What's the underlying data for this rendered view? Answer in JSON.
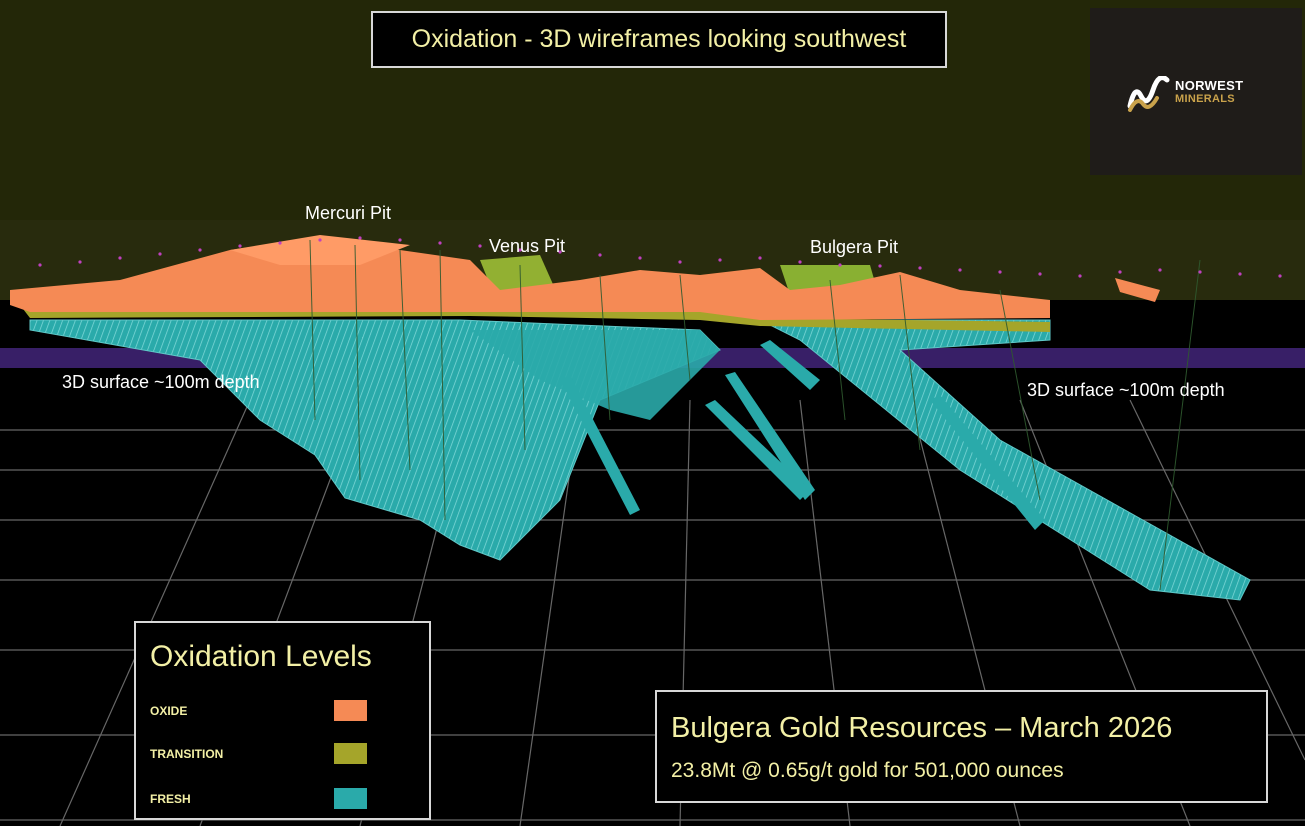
{
  "title": "Oxidation - 3D wireframes looking southwest",
  "logo": {
    "line1": "NORWEST",
    "line2": "MINERALS"
  },
  "pit_labels": [
    "Mercuri Pit",
    "Venus Pit",
    "Bulgera Pit"
  ],
  "surface_labels": [
    "3D surface ~100m depth",
    "3D surface ~100m depth"
  ],
  "legend": {
    "title": "Oxidation Levels",
    "items": [
      {
        "label": "OXIDE",
        "color": "#f58a55"
      },
      {
        "label": "TRANSITION",
        "color": "#a5a52a"
      },
      {
        "label": "FRESH",
        "color": "#2aaaaa"
      }
    ]
  },
  "resources": {
    "title": "Bulgera Gold Resources – March 2026",
    "subtitle": "23.8Mt @ 0.65g/t gold for 501,000 ounces"
  },
  "colors": {
    "sky": "#232708",
    "oxide": "#f58a55",
    "transition": "#a5a52a",
    "fresh": "#2aaaaa",
    "surface_band": "#4b2a8a",
    "label_text": "#f3f0a6"
  }
}
